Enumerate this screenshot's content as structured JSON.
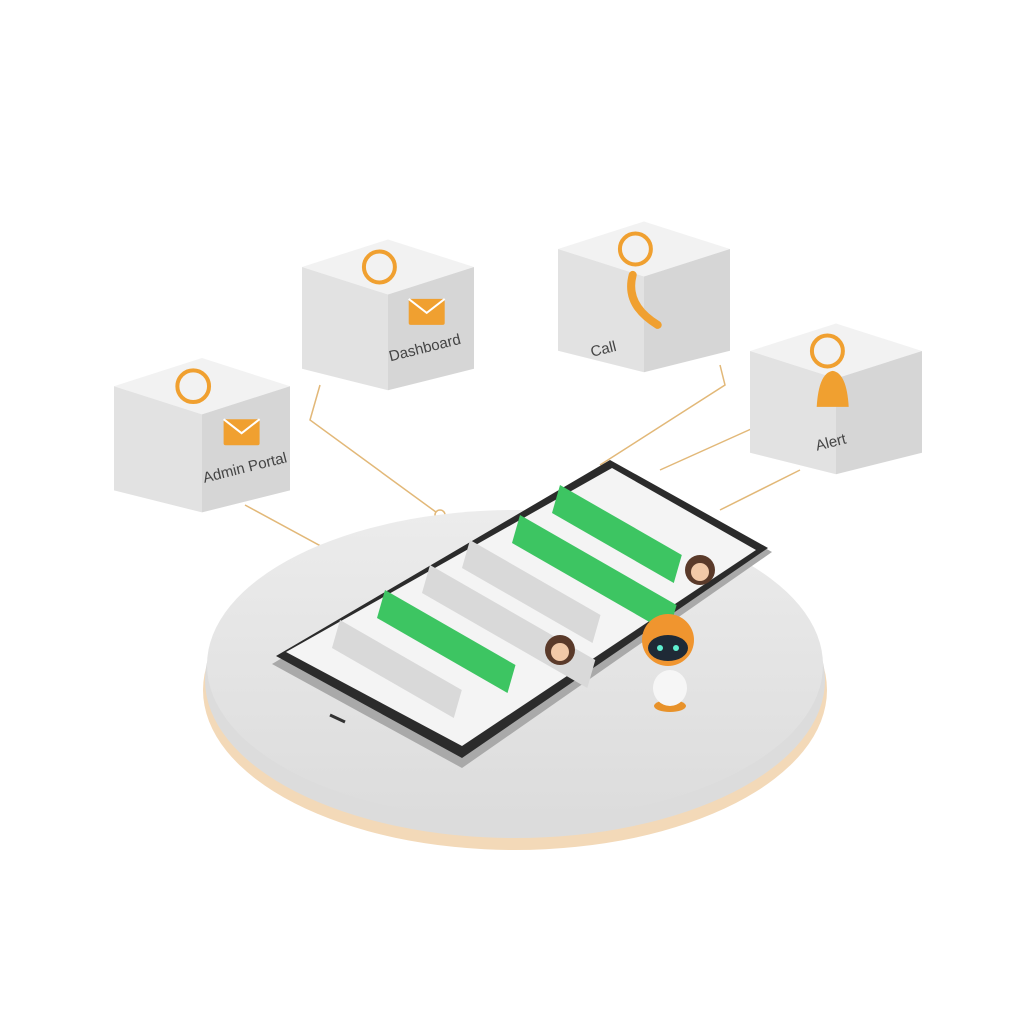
{
  "cubes": [
    {
      "label": "Admin Portal",
      "icon": "envelope-icon",
      "top_icon": "target-icon"
    },
    {
      "label": "Dashboard",
      "icon": "envelope-icon",
      "top_icon": "chat-icon"
    },
    {
      "label": "Call",
      "icon": "phone-icon",
      "top_icon": "phone-icon"
    },
    {
      "label": "Alert",
      "icon": "bell-icon",
      "top_icon": "bell-icon"
    }
  ],
  "colors": {
    "accent": "#F0A030",
    "chat_green": "#3DC562",
    "chat_gray": "#D9D9D9",
    "cube": "#E6E6E6",
    "platform": "#E9E9E9"
  }
}
